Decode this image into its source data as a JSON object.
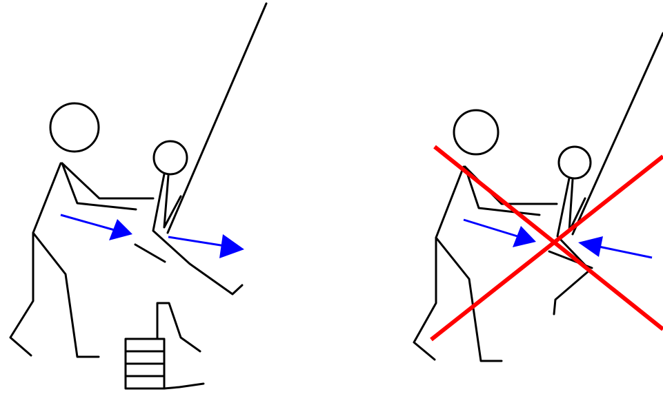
{
  "panels": [
    {
      "id": "correct",
      "description_icon": "thumbs-up-icon",
      "arrow_direction": "push-forward"
    },
    {
      "id": "incorrect",
      "description_icon": "cross-mark-icon",
      "arrow_direction": "opposing-push"
    }
  ],
  "colors": {
    "ink": "#000000",
    "arrow": "#0000ff",
    "cross": "#ff0000",
    "background": "#ffffff"
  }
}
